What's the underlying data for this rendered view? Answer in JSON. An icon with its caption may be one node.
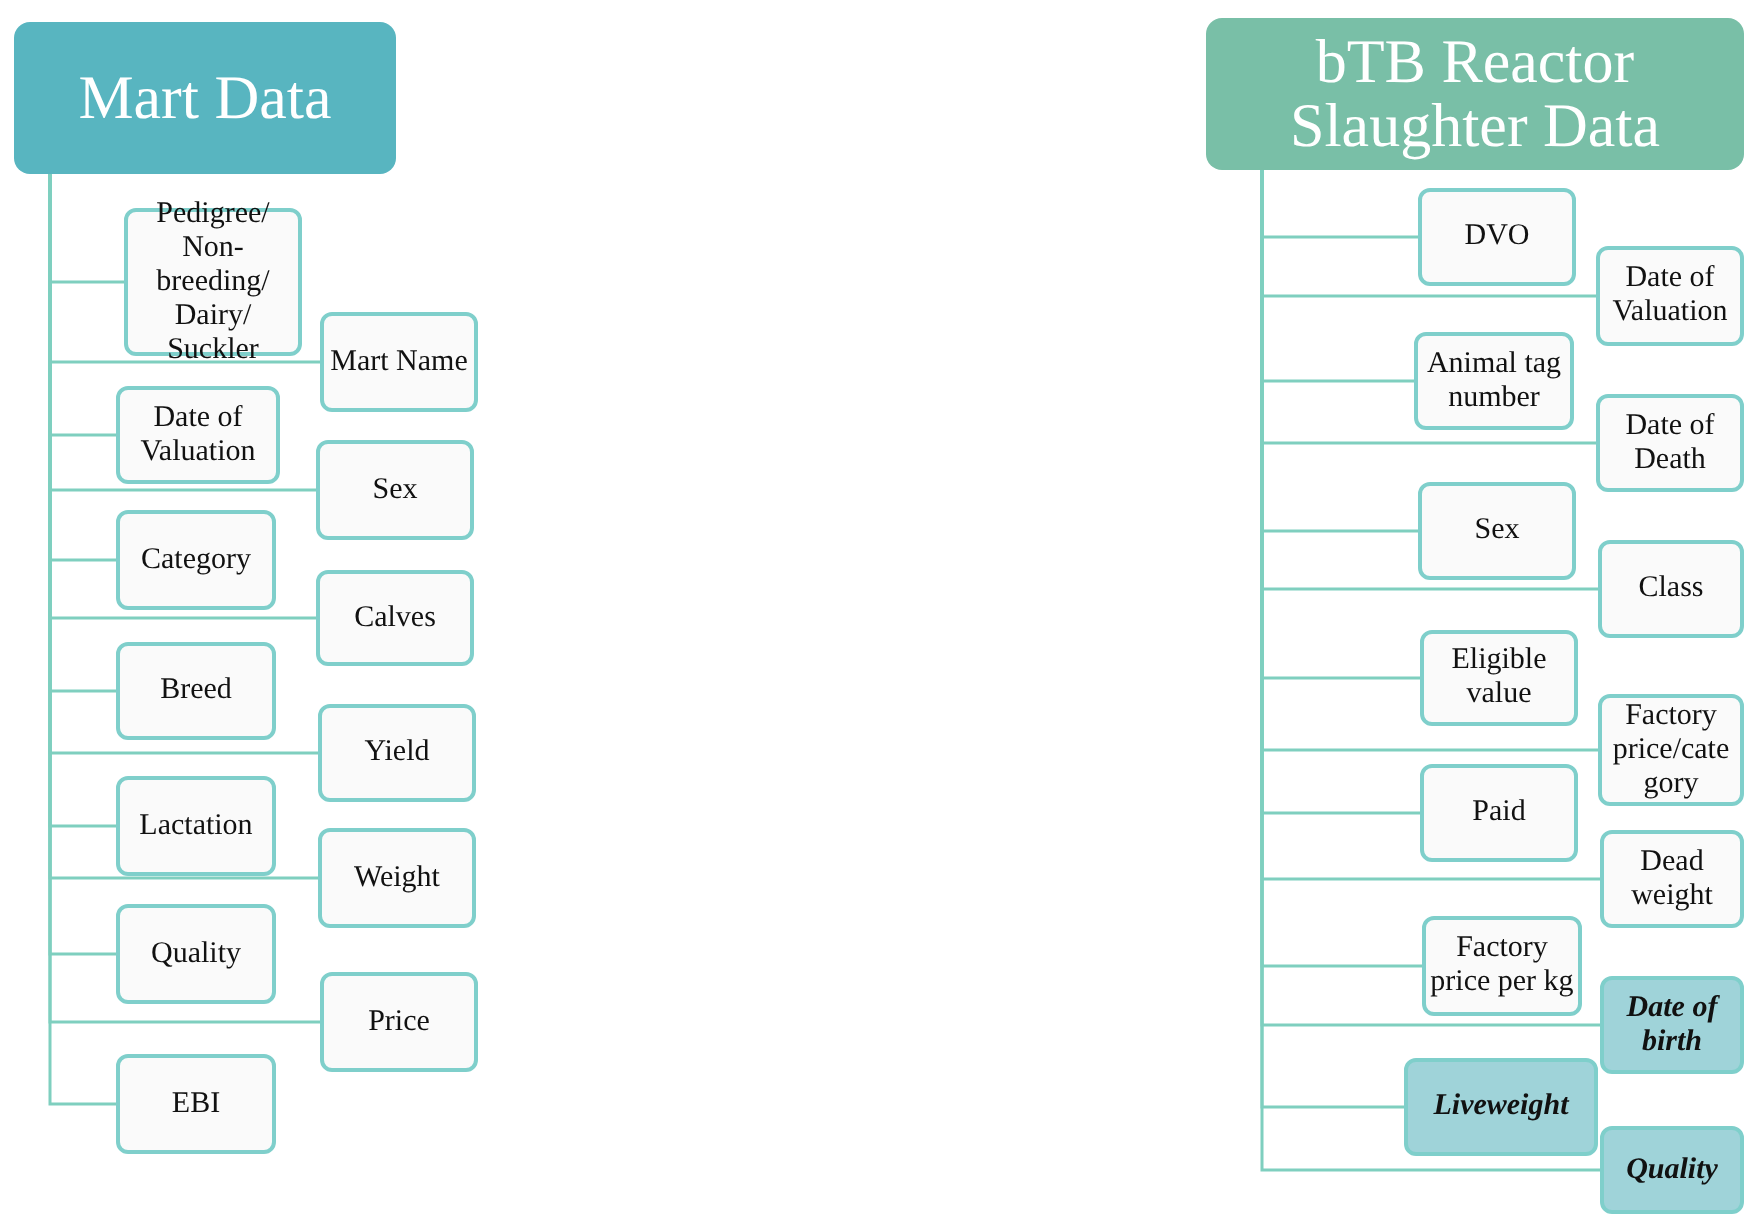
{
  "diagram": {
    "nodes": [
      {
        "text": [
          "Mart Data"
        ]
      },
      {
        "text": [
          "Pedigree/ Non-breeding/ Dairy/ Suckler"
        ]
      },
      {
        "text": [
          "Mart Name"
        ]
      },
      {
        "text": [
          "Date of Valuation"
        ]
      },
      {
        "text": [
          "Sex"
        ]
      },
      {
        "text": [
          "Category"
        ]
      },
      {
        "text": [
          "Calves"
        ]
      },
      {
        "text": [
          "Breed"
        ]
      },
      {
        "text": [
          "Yield"
        ]
      },
      {
        "text": [
          "Lactation"
        ]
      },
      {
        "text": [
          "Weight"
        ]
      },
      {
        "text": [
          "Quality"
        ]
      },
      {
        "text": [
          "Price"
        ]
      },
      {
        "text": [
          "EBI"
        ]
      },
      {
        "text": [
          "bTB Reactor Slaughter Data"
        ]
      },
      {
        "text": [
          "DVO"
        ]
      },
      {
        "text": [
          "Date of Valuation"
        ]
      },
      {
        "text": [
          "Animal tag number"
        ]
      },
      {
        "text": [
          "Date of Death"
        ]
      },
      {
        "text": [
          "Sex"
        ]
      },
      {
        "text": [
          "Class"
        ]
      },
      {
        "text": [
          "Eligible value"
        ]
      },
      {
        "text": [
          "Factory price/category"
        ]
      },
      {
        "text": [
          "Paid"
        ]
      },
      {
        "text": [
          "Dead weight"
        ]
      },
      {
        "text": [
          "Factory price per kg"
        ]
      },
      {
        "text": [
          "Date of birth"
        ]
      },
      {
        "text": [
          "Liveweight"
        ]
      },
      {
        "text": [
          "Quality"
        ]
      }
    ],
    "edges": [
      {
        "from": 0,
        "to": 1,
        "arrow": "none"
      },
      {
        "from": 0,
        "to": 2,
        "arrow": "none"
      },
      {
        "from": 0,
        "to": 3,
        "arrow": "none"
      },
      {
        "from": 0,
        "to": 4,
        "arrow": "none"
      },
      {
        "from": 0,
        "to": 5,
        "arrow": "none"
      },
      {
        "from": 0,
        "to": 6,
        "arrow": "none"
      },
      {
        "from": 0,
        "to": 7,
        "arrow": "none"
      },
      {
        "from": 0,
        "to": 8,
        "arrow": "none"
      },
      {
        "from": 0,
        "to": 9,
        "arrow": "none"
      },
      {
        "from": 0,
        "to": 10,
        "arrow": "none"
      },
      {
        "from": 0,
        "to": 11,
        "arrow": "none"
      },
      {
        "from": 0,
        "to": 12,
        "arrow": "none"
      },
      {
        "from": 0,
        "to": 13,
        "arrow": "none"
      },
      {
        "from": 14,
        "to": 15,
        "arrow": "none"
      },
      {
        "from": 14,
        "to": 16,
        "arrow": "none"
      },
      {
        "from": 14,
        "to": 17,
        "arrow": "none"
      },
      {
        "from": 14,
        "to": 18,
        "arrow": "none"
      },
      {
        "from": 14,
        "to": 19,
        "arrow": "none"
      },
      {
        "from": 14,
        "to": 20,
        "arrow": "none"
      },
      {
        "from": 14,
        "to": 21,
        "arrow": "none"
      },
      {
        "from": 14,
        "to": 22,
        "arrow": "none"
      },
      {
        "from": 14,
        "to": 23,
        "arrow": "none"
      },
      {
        "from": 14,
        "to": 24,
        "arrow": "none"
      },
      {
        "from": 14,
        "to": 25,
        "arrow": "none"
      },
      {
        "from": 14,
        "to": 26,
        "arrow": "none"
      },
      {
        "from": 14,
        "to": 27,
        "arrow": "none"
      },
      {
        "from": 14,
        "to": 28,
        "arrow": "none"
      }
    ]
  }
}
